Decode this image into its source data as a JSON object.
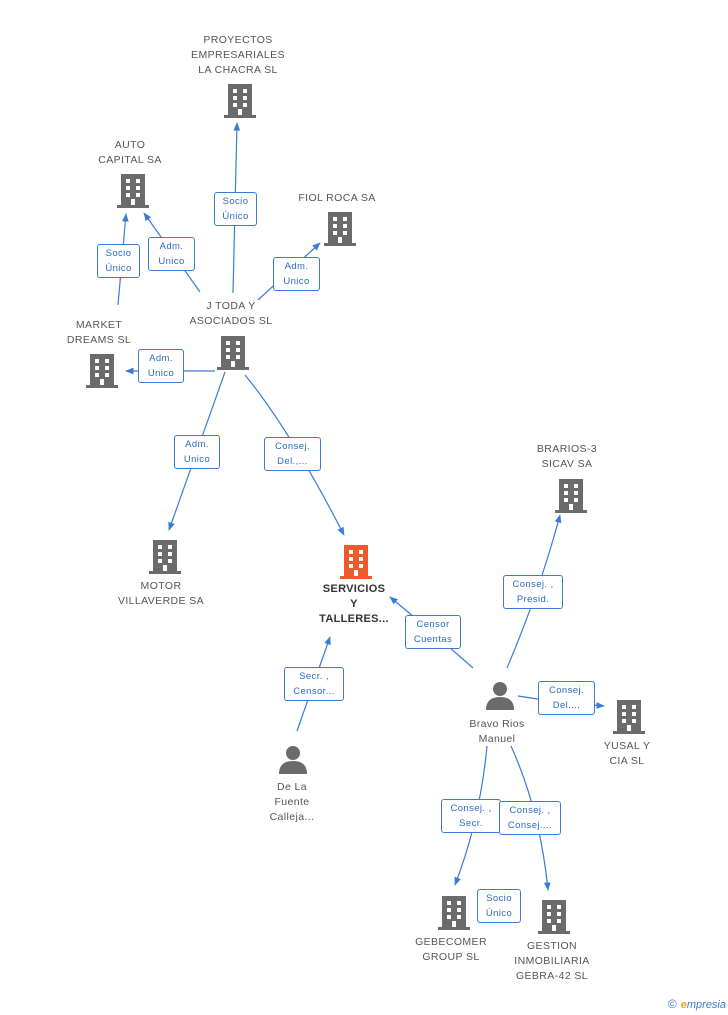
{
  "colors": {
    "edge": "#3a7bd5",
    "building": "#6b6b6b",
    "focus": "#f05a28",
    "person": "#6b6b6b"
  },
  "nodes": [
    {
      "id": "proyectos",
      "kind": "company",
      "label": "PROYECTOS\nEMPRESARIALES\nLA CHACRA SL"
    },
    {
      "id": "auto",
      "kind": "company",
      "label": "AUTO\nCAPITAL SA"
    },
    {
      "id": "fiol",
      "kind": "company",
      "label": "FIOL ROCA SA"
    },
    {
      "id": "jtoda",
      "kind": "company",
      "label": "J TODA Y\nASOCIADOS SL"
    },
    {
      "id": "market",
      "kind": "company",
      "label": "MARKET\nDREAMS SL"
    },
    {
      "id": "motor",
      "kind": "company",
      "label": "MOTOR\nVILLAVERDE SA"
    },
    {
      "id": "servicios",
      "kind": "focus",
      "label": "SERVICIOS\nY\nTALLERES..."
    },
    {
      "id": "brarios",
      "kind": "company",
      "label": "BRARIOS-3\nSICAV SA"
    },
    {
      "id": "bravo",
      "kind": "person",
      "label": "Bravo Rios\nManuel"
    },
    {
      "id": "yusal",
      "kind": "company",
      "label": "YUSAL Y\nCIA SL"
    },
    {
      "id": "delafuente",
      "kind": "person",
      "label": "De La\nFuente\nCalleja..."
    },
    {
      "id": "gebecomer",
      "kind": "company",
      "label": "GEBECOMER\nGROUP SL"
    },
    {
      "id": "gestion",
      "kind": "company",
      "label": "GESTION\nINMOBILIARIA\nGEBRA-42 SL"
    }
  ],
  "relations": [
    {
      "label": "Socio\nÚnico"
    },
    {
      "label": "Socio\nÚnico"
    },
    {
      "label": "Adm.\nUnico"
    },
    {
      "label": "Adm.\nUnico"
    },
    {
      "label": "Adm.\nUnico"
    },
    {
      "label": "Adm.\nUnico"
    },
    {
      "label": "Consej.\nDel.,..."
    },
    {
      "label": "Censor\nCuentas"
    },
    {
      "label": "Consej. ,\nPresid."
    },
    {
      "label": "Consej.\nDel...."
    },
    {
      "label": "Secr. ,\nCensor..."
    },
    {
      "label": "Consej. ,\nSecr."
    },
    {
      "label": "Consej. ,\nConsej...."
    },
    {
      "label": "Socio\nÚnico"
    }
  ],
  "brand": {
    "copyright": "©",
    "initial": "e",
    "rest": "mpresia"
  }
}
